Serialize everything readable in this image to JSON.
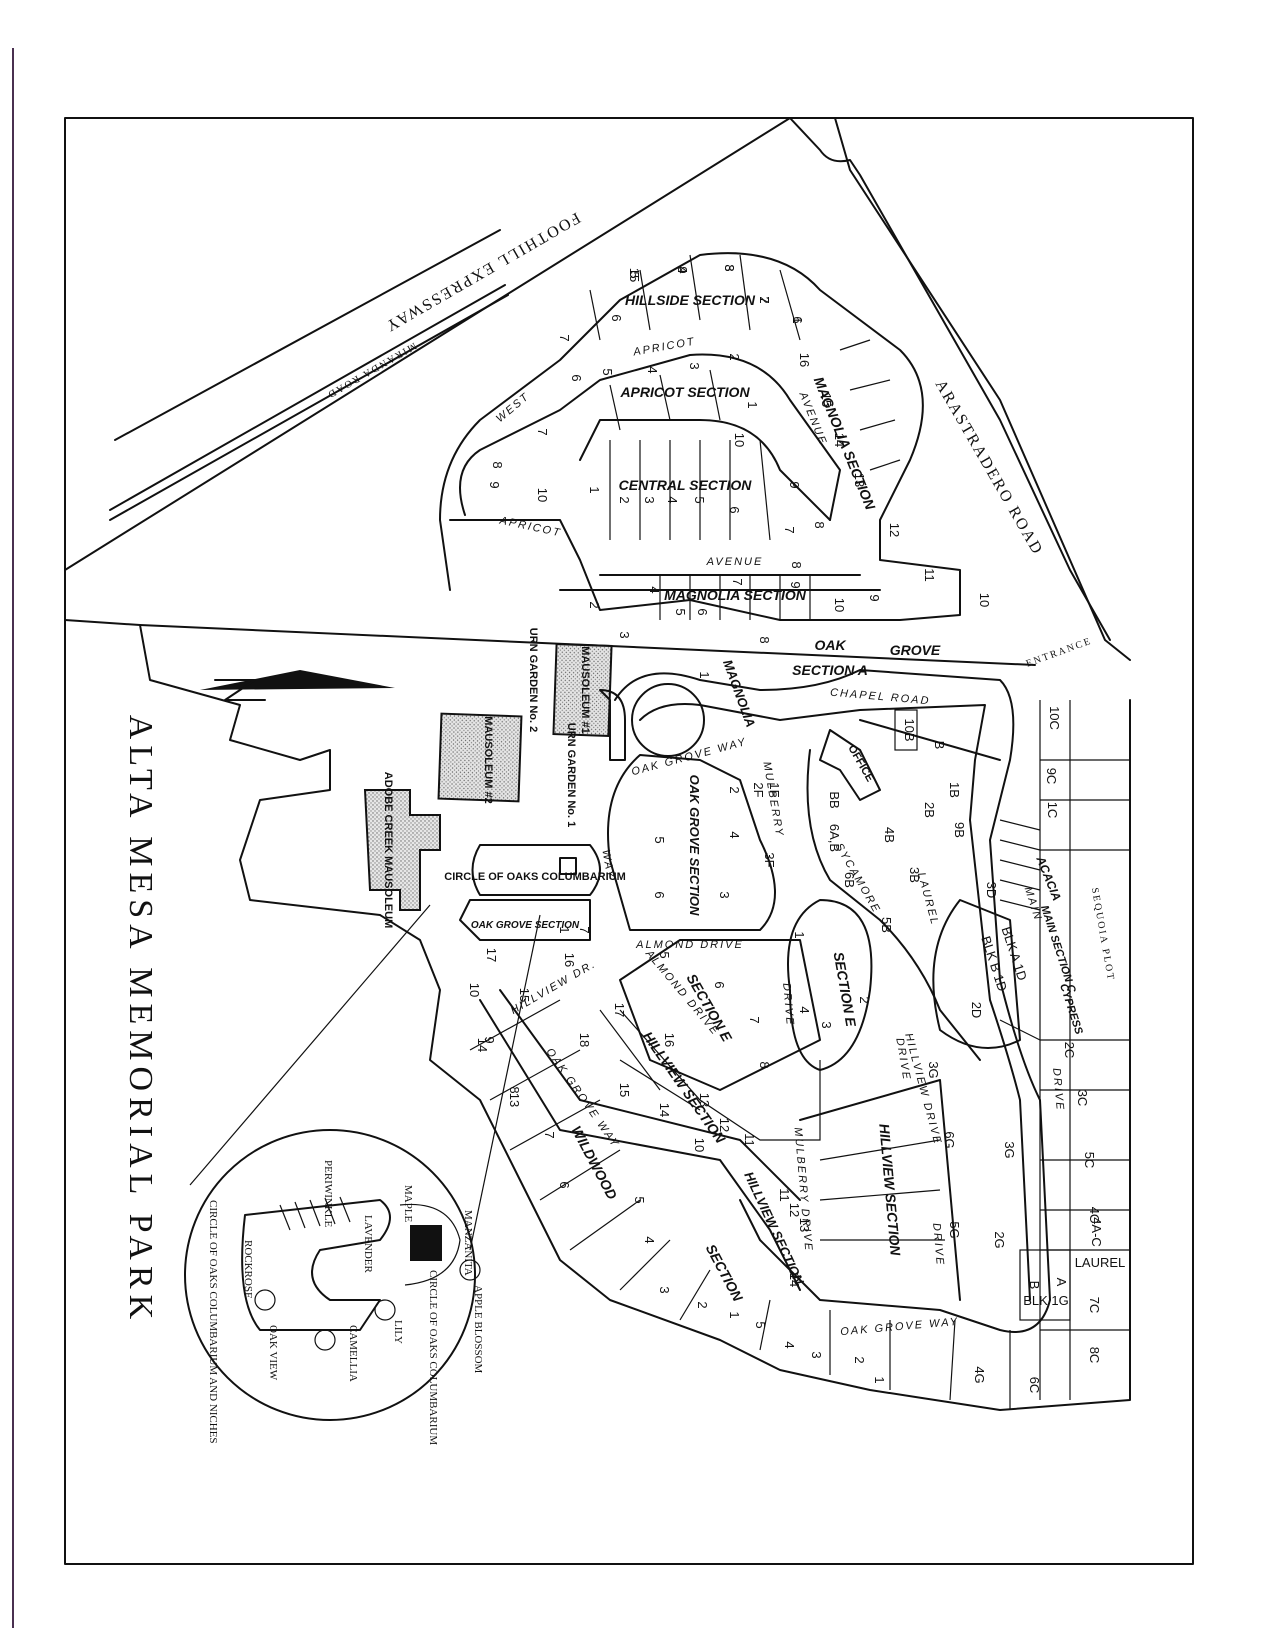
{
  "title": "ALTA MESA MEMORIAL PARK",
  "roads": {
    "foothill": "FOOTHILL EXPRESSWAY",
    "miranda": "MIRANDA ROAD",
    "arastradero": "ARASTRADERO ROAD",
    "entrance": "ENTRANCE",
    "sequoia_plot": "SEQUOIA PLOT"
  },
  "streets": {
    "apricot_top": "APRICOT",
    "west": "WEST",
    "apricot_bottom": "APRICOT",
    "avenue_bottom": "AVENUE",
    "avenue_side": "AVENUE",
    "oak": "OAK",
    "grove": "GROVE",
    "chapel_road": "CHAPEL ROAD",
    "oak_grove_way": "OAK GROVE WAY",
    "mulberry": "MULBERRY",
    "sycamore": "SYCAMORE",
    "laurel": "LAUREL",
    "main": "MAIN",
    "drive_east": "DRIVE",
    "almond_drive": "ALMOND DRIVE",
    "almond_drive_2": "ALMOND DRIVE",
    "hillview_dr": "HILLVIEW DR.",
    "hillview_drive": "HILLVIEW DRIVE",
    "oak_grove_way_2": "OAK GROVE WAY",
    "mulberry_drive": "MULBERRY DRIVE",
    "drive_1": "DRIVE",
    "drive_2": "DRIVE",
    "drive_3": "DRIVE",
    "way": "WAY",
    "oak_grove_way_bottom": "OAK GROVE WAY"
  },
  "sections": {
    "hillside": "HILLSIDE SECTION",
    "apricot": "APRICOT SECTION",
    "magnolia_side": "MAGNOLIA SECTION",
    "central": "CENTRAL SECTION",
    "magnolia": "MAGNOLIA SECTION",
    "magnolia_short": "MAGNOLIA",
    "oak_grove_section_a": "SECTION A",
    "oak_grove_section": "OAK GROVE SECTION",
    "oak_grove_section_small": "OAK GROVE SECTION",
    "section_e": "SECTION E",
    "section_e_2": "SECTION E",
    "hillview_section": "HILLVIEW SECTION",
    "hillview_section_2": "HILLVIEW SECTION",
    "hillview_section_3": "HILLVIEW SECTION",
    "wildwood": "WILDWOOD",
    "section": "SECTION",
    "acacia": "ACACIA",
    "main_section_c": "MAIN SECTION C",
    "cypress": "CYPRESS",
    "blk_a_1d": "BLK A 1D",
    "blk_b_1d": "BLK B 1D",
    "laurel_block": "LAUREL",
    "blk_1g": "BLK 1G"
  },
  "buildings": {
    "mausoleum1": "MAUSOLEUM #1",
    "mausoleum2": "MAUSOLEUM #2",
    "adobe_creek": "ADOBE CREEK MAUSOLEUM",
    "urn_garden_2": "URN GARDEN No. 2",
    "urn_garden_1": "URN GARDEN No. 1",
    "circle_of_oaks": "CIRCLE OF OAKS COLUMBARIUM",
    "office": "OFFICE"
  },
  "plots": [
    "5",
    "4",
    "3",
    "2",
    "1",
    "6",
    "7",
    "16",
    "15",
    "14",
    "13",
    "12",
    "11",
    "10",
    "5",
    "4",
    "3",
    "2",
    "1",
    "6",
    "7",
    "8",
    "9",
    "10",
    "10",
    "9",
    "8",
    "7",
    "6",
    "5",
    "4",
    "3",
    "2",
    "1",
    "4",
    "5",
    "6",
    "7",
    "8",
    "9",
    "10",
    "2",
    "3",
    "8",
    "9",
    "1",
    "10B",
    "B",
    "1B",
    "2B",
    "9B",
    "BB",
    "4B",
    "3B",
    "6A,B",
    "6B",
    "5B",
    "1F",
    "2F",
    "3F",
    "2",
    "4",
    "5",
    "6",
    "3",
    "1",
    "7",
    "17",
    "16",
    "15",
    "14",
    "13",
    "1",
    "2",
    "3",
    "4",
    "5",
    "6",
    "7",
    "8",
    "18",
    "17",
    "16",
    "15",
    "14",
    "13",
    "12",
    "11",
    "10",
    "10C",
    "9C",
    "1C",
    "3D",
    "2D",
    "2C",
    "3C",
    "5C",
    "4C",
    "4A-C",
    "7C",
    "8C",
    "6C",
    "4G",
    "3G",
    "6G",
    "3G",
    "2G",
    "5G",
    "A",
    "B",
    "1",
    "2",
    "3",
    "4",
    "5",
    "1",
    "2",
    "3",
    "4",
    "5",
    "6",
    "7",
    "8",
    "9",
    "10",
    "11",
    "12",
    "13",
    "14",
    "15",
    "9",
    "8",
    "7",
    "6"
  ],
  "inset": {
    "manzanita": "MANZANITA",
    "maple": "MAPLE",
    "periwinkle": "PERIWINKLE",
    "lavender": "LAVENDER",
    "apple_blossom": "APPLE BLOSSOM",
    "circle_of_oaks_columbarium": "CIRCLE OF OAKS COLUMBARIUM",
    "lily": "LILY",
    "camellia": "CAMELLIA",
    "oak_view": "OAK VIEW",
    "rockrose": "ROCKROSE",
    "circle_and_niches": "CIRCLE OF OAKS COLUMBARIUM AND NICHES"
  }
}
